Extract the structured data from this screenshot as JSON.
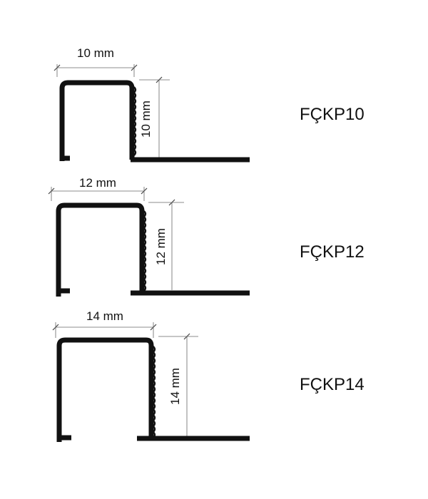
{
  "profiles": [
    {
      "code": "FÇKP10",
      "width_label": "10 mm",
      "height_label": "10 mm"
    },
    {
      "code": "FÇKP12",
      "width_label": "12 mm",
      "height_label": "12 mm"
    },
    {
      "code": "FÇKP14",
      "width_label": "14 mm",
      "height_label": "14 mm"
    }
  ],
  "colors": {
    "profile": "#111111",
    "dimension": "#666666",
    "background": "#ffffff"
  }
}
